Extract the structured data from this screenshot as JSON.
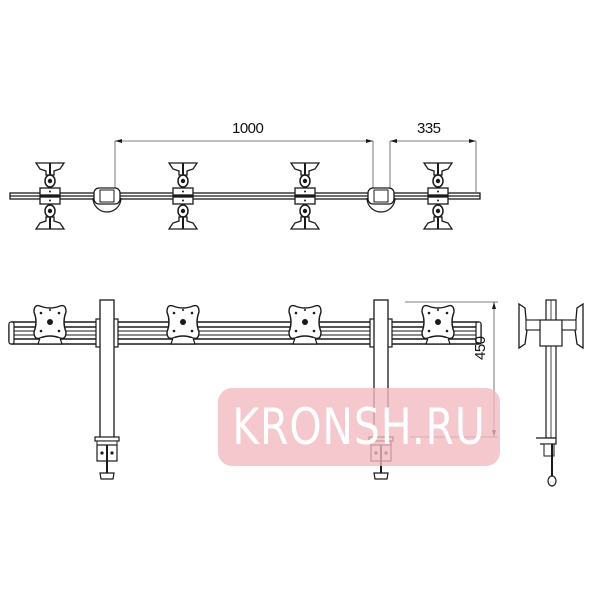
{
  "diagram": {
    "type": "technical-drawing",
    "subject": "Quad monitor desk mount on horizontal bar with two clamp poles",
    "views": [
      "top-view",
      "front-view",
      "side-view"
    ]
  },
  "dimensions": {
    "pole_spacing": "1000",
    "end_offset": "335",
    "bar_height": "450"
  },
  "watermark": {
    "text": "KRONSH.RU",
    "color": "#f2b8bf"
  },
  "colors": {
    "line": "#1a1a1a",
    "fill": "#ffffff",
    "rail_dark": "#2a2a2a"
  }
}
